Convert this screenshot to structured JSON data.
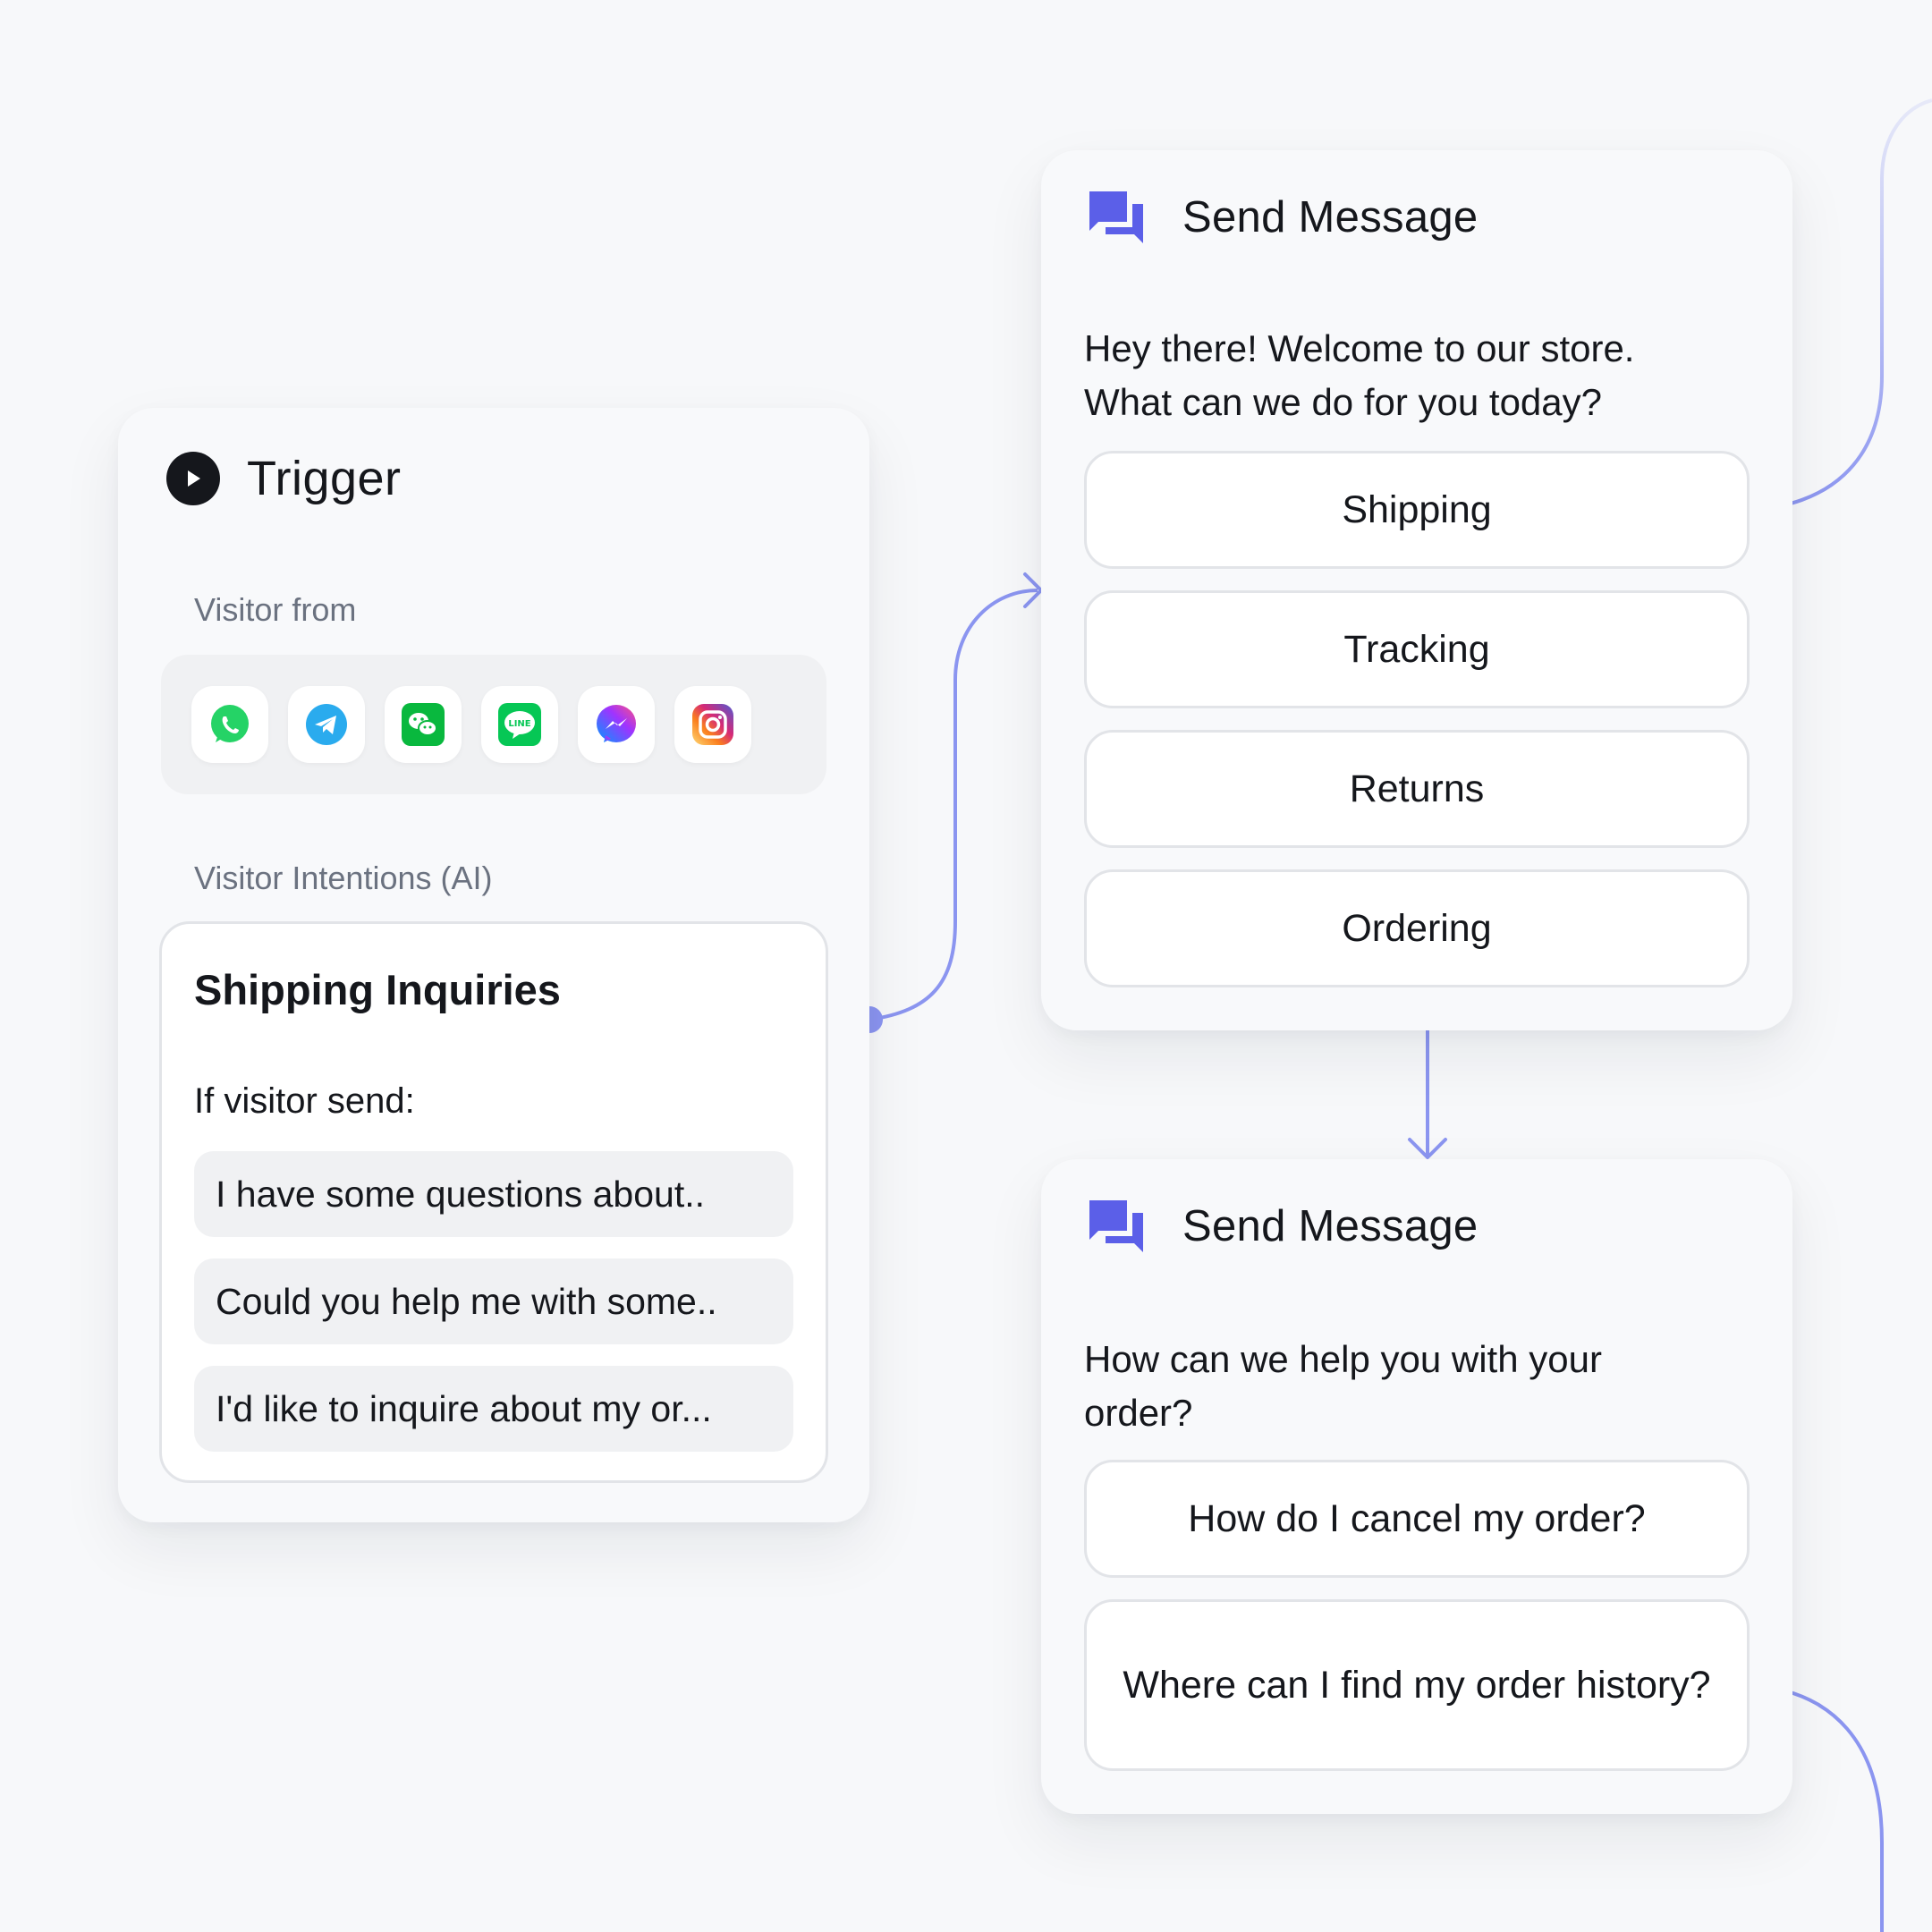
{
  "trigger": {
    "title": "Trigger",
    "icon": "play-icon",
    "visitor_from_label": "Visitor from",
    "channels": [
      {
        "name": "whatsapp",
        "color": "#25D366"
      },
      {
        "name": "telegram",
        "color": "#2AABEE"
      },
      {
        "name": "wechat",
        "color": "#09B83E"
      },
      {
        "name": "line",
        "color": "#06C755"
      },
      {
        "name": "messenger",
        "color": "#7B61FF"
      },
      {
        "name": "instagram",
        "color": "#E1306C"
      }
    ],
    "intentions_label": "Visitor Intentions (AI)",
    "intent": {
      "title": "Shipping Inquiries",
      "condition": "If visitor send:",
      "phrases": [
        "I have some questions about..",
        "Could you help me with some..",
        "I'd like to inquire about my or..."
      ]
    }
  },
  "messages": [
    {
      "title": "Send Message",
      "icon": "chat-bubbles-icon",
      "text": "Hey there! Welcome to our store. What can we do for you today?",
      "options": [
        "Shipping",
        "Tracking",
        "Returns",
        "Ordering"
      ]
    },
    {
      "title": "Send Message",
      "icon": "chat-bubbles-icon",
      "text": "How can we help you with your order?",
      "options": [
        "How do I cancel my order?",
        "Where can I find my order history?"
      ]
    }
  ],
  "colors": {
    "accent": "#5b5fe8",
    "connector": "#8b95f0",
    "background": "#f7f8fa"
  }
}
